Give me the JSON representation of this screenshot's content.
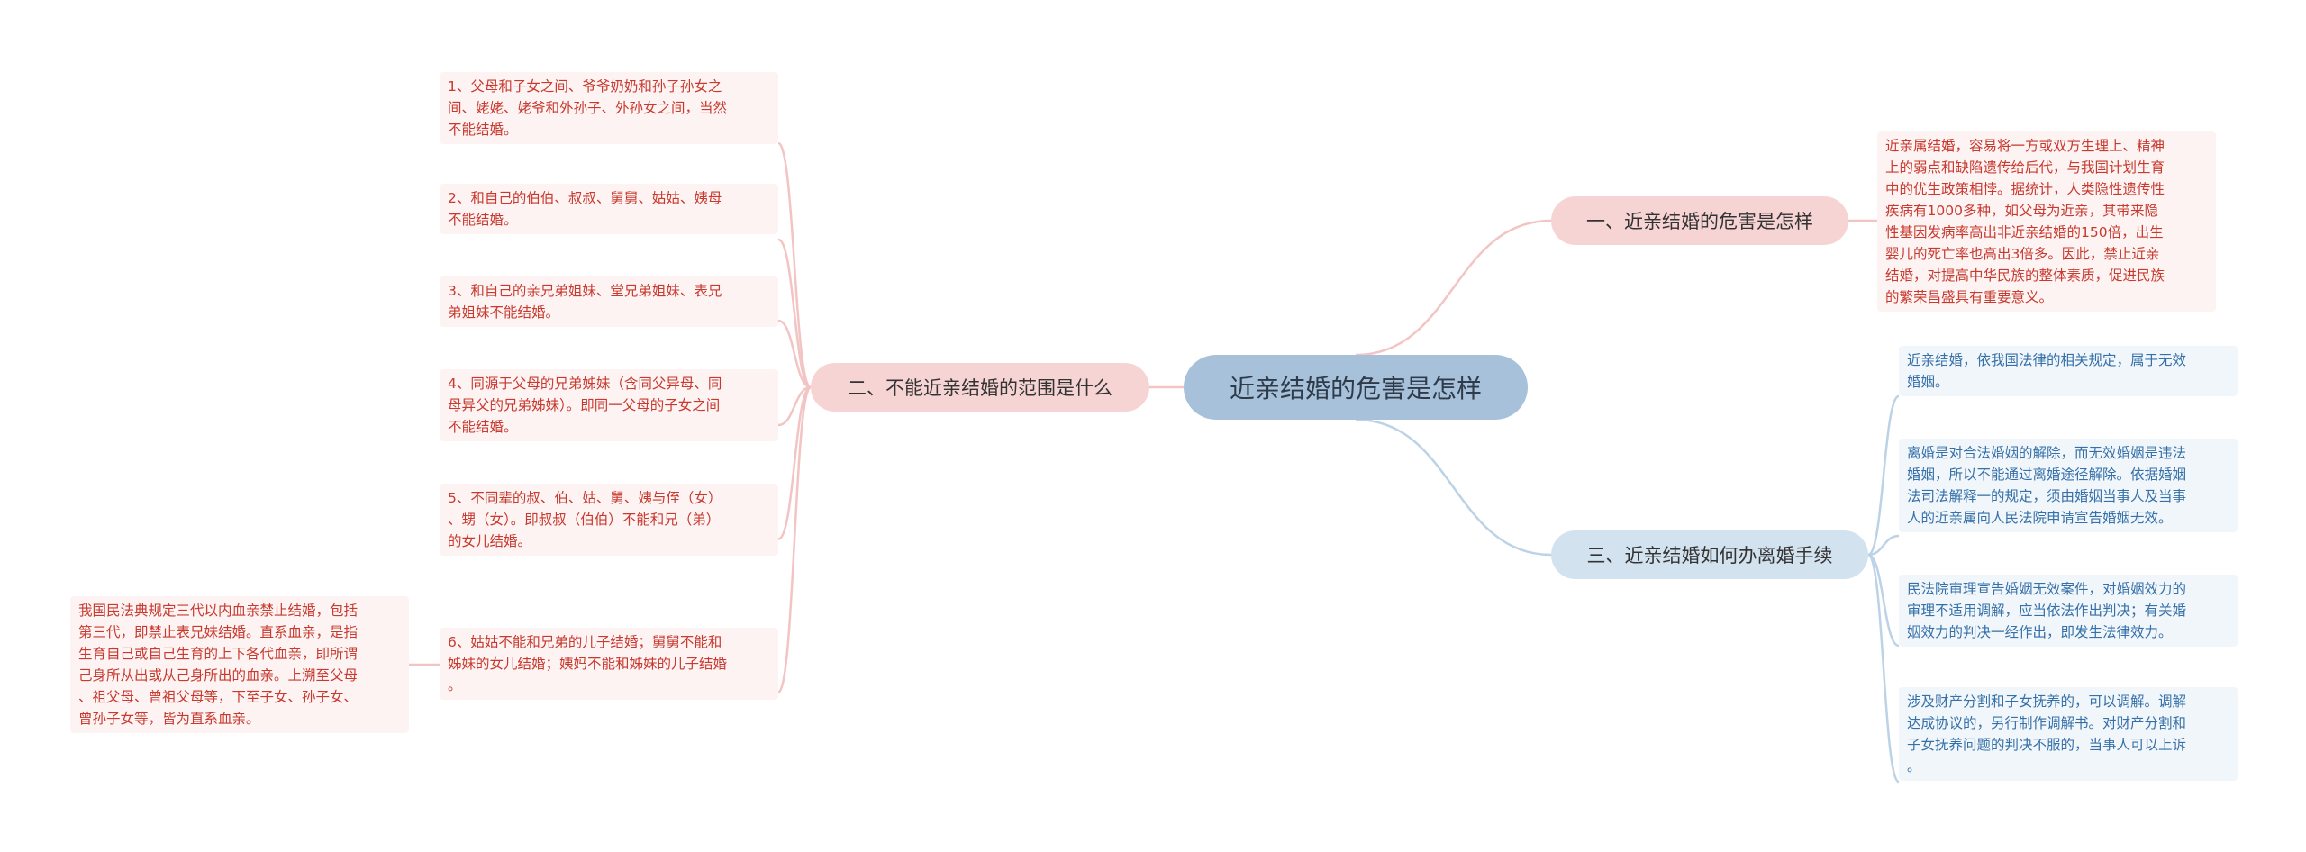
{
  "center": {
    "label": "近亲结婚的危害是怎样"
  },
  "branches": {
    "b1": {
      "label": "一、近亲结婚的危害是怎样"
    },
    "b2": {
      "label": "二、不能近亲结婚的范围是什么"
    },
    "b3": {
      "label": "三、近亲结婚如何办离婚手续"
    }
  },
  "leaves": {
    "b1_0": "近亲属结婚，容易将一方或双方生理上、精神\n上的弱点和缺陷遗传给后代，与我国计划生育\n中的优生政策相悖。据统计，人类隐性遗传性\n疾病有1000多种，如父母为近亲，其带来隐\n性基因发病率高出非近亲结婚的150倍，出生\n婴儿的死亡率也高出3倍多。因此，禁止近亲\n结婚，对提高中华民族的整体素质，促进民族\n的繁荣昌盛具有重要意义。",
    "b2_0": "1、父母和子女之间、爷爷奶奶和孙子孙女之\n间、姥姥、姥爷和外孙子、外孙女之间，当然\n不能结婚。",
    "b2_1": "2、和自己的伯伯、叔叔、舅舅、姑姑、姨母\n不能结婚。",
    "b2_2": "3、和自己的亲兄弟姐妹、堂兄弟姐妹、表兄\n弟姐妹不能结婚。",
    "b2_3": "4、同源于父母的兄弟姊妹（含同父异母、同\n母异父的兄弟姊妹）。即同一父母的子女之间\n不能结婚。",
    "b2_4": "5、不同辈的叔、伯、姑、舅、姨与侄（女）\n、甥（女）。即叔叔（伯伯）不能和兄（弟）\n的女儿结婚。",
    "b2_5": "6、姑姑不能和兄弟的儿子结婚；舅舅不能和\n姊妹的女儿结婚；姨妈不能和姊妹的儿子结婚\n。",
    "b2_5_0": "我国民法典规定三代以内血亲禁止结婚，包括\n第三代，即禁止表兄妹结婚。直系血亲，是指\n生育自己或自己生育的上下各代血亲，即所谓\n己身所从出或从己身所出的血亲。上溯至父母\n、祖父母、曾祖父母等，下至子女、孙子女、\n曾孙子女等，皆为直系血亲。",
    "b3_0": "近亲结婚，依我国法律的相关规定，属于无效\n婚姻。",
    "b3_1": "离婚是对合法婚姻的解除，而无效婚姻是违法\n婚姻，所以不能通过离婚途径解除。依据婚姻\n法司法解释一的规定，须由婚姻当事人及当事\n人的近亲属向人民法院申请宣告婚姻无效。",
    "b3_2": "民法院审理宣告婚姻无效案件，对婚姻效力的\n审理不适用调解，应当依法作出判决；有关婚\n姻效力的判决一经作出，即发生法律效力。",
    "b3_3": "涉及财产分割和子女抚养的，可以调解。调解\n达成协议的，另行制作调解书。对财产分割和\n子女抚养问题的判决不服的，当事人可以上诉\n。"
  },
  "colors": {
    "red_line": "#f2c4c4",
    "blue_line": "#bcd2e6",
    "red_text": "#c8392e",
    "blue_text": "#3570a8"
  }
}
